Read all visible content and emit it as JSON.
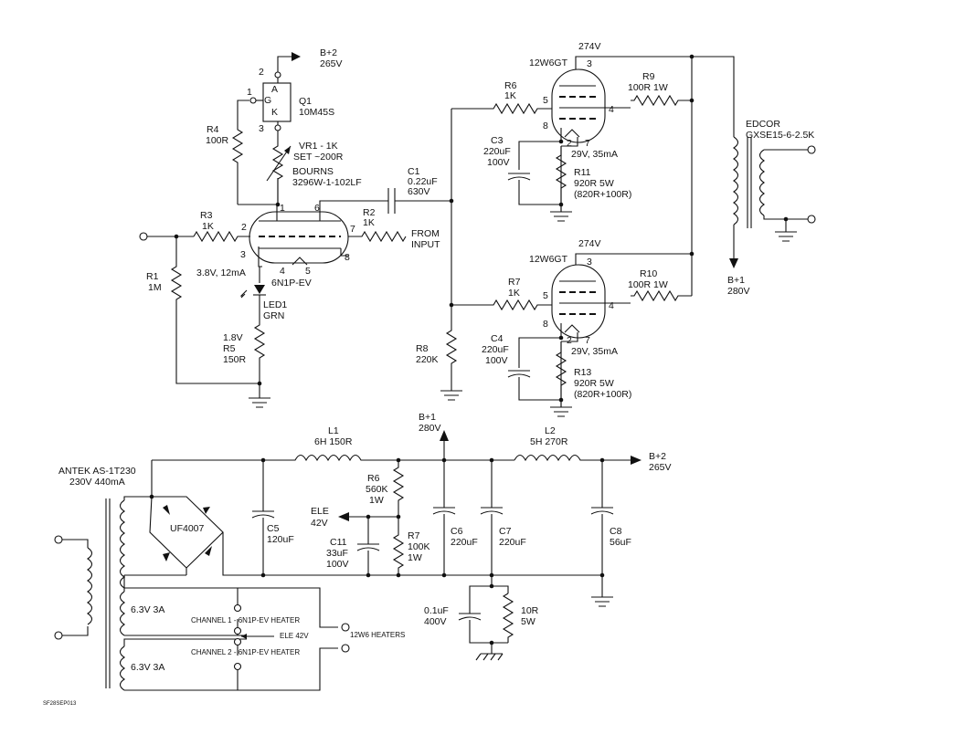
{
  "labels": {
    "t1": "274V",
    "t2": "274V",
    "bp2_top": "B+2",
    "bp2_top_v": "265V",
    "q1_a": "A",
    "q1_g": "G",
    "q1_k": "K",
    "q1_p2": "2",
    "q1_p1": "1",
    "q1_p3": "3",
    "q1_name": "Q1",
    "q1_part": "10M45S",
    "r4_name": "R4",
    "r4_val": "100R",
    "vr1_name": "VR1 - 1K",
    "vr1_set": "SET ~200R",
    "bourns": "BOURNS",
    "bourns_part": "3296W-1-102LF",
    "c1_name": "C1",
    "c1_val": "0.22uF",
    "c1_v": "630V",
    "r3_name": "R3",
    "r3_val": "1K",
    "r2_name": "R2",
    "r2_val": "1K",
    "from": "FROM",
    "input": "INPUT",
    "v6_p1": "1",
    "v6_p6": "6",
    "v6_p2": "2",
    "v6_p7": "7",
    "v6_p3": "3",
    "v6_p8": "8",
    "v6_p4": "4",
    "v6_p5": "5",
    "v6_name": "6N1P-EV",
    "r1_name": "R1",
    "r1_val": "1M",
    "op_pt": "3.8V, 12mA",
    "led_name": "LED1",
    "led_color": "GRN",
    "r5_v": "1.8V",
    "r5_name": "R5",
    "r5_val": "150R",
    "t1_name": "12W6GT",
    "t1_p3": "3",
    "t1_p5": "5",
    "t1_p4": "4",
    "t1_p8": "8",
    "t1_p2": "2",
    "t1_p7": "7",
    "r6u_name": "R6",
    "r6u_val": "1K",
    "r9_name": "R9",
    "r9_val": "100R 1W",
    "c3_name": "C3",
    "c3_val": "220uF",
    "c3_v": "100V",
    "t1_op": "29V, 35mA",
    "r11_name": "R11",
    "r11_val": "920R 5W",
    "r11_note": "(820R+100R)",
    "edcor": "EDCOR",
    "edcor_part": "GXSE15-6-2.5K",
    "bp1_out": "B+1",
    "bp1_out_v": "280V",
    "t2_name": "12W6GT",
    "t2_p3": "3",
    "t2_p5": "5",
    "t2_p4": "4",
    "t2_p8": "8",
    "t2_p2": "2",
    "t2_p7": "7",
    "r7u_name": "R7",
    "r7u_val": "1K",
    "r10_name": "R10",
    "r10_val": "100R 1W",
    "c4_name": "C4",
    "c4_val": "220uF",
    "c4_v": "100V",
    "t2_op": "29V, 35mA",
    "r13_name": "R13",
    "r13_val": "920R 5W",
    "r13_note": "(820R+100R)",
    "r8_name": "R8",
    "r8_val": "220K",
    "bp1_ps": "B+1",
    "bp1_ps_v": "280V",
    "l1_name": "L1",
    "l1_val": "6H 150R",
    "l2_name": "L2",
    "l2_val": "5H 270R",
    "bp2_ps": "B+2",
    "bp2_ps_v": "265V",
    "antek": "ANTEK AS-1T230",
    "antek_rating": "230V 440mA",
    "uf": "UF4007",
    "c5_name": "C5",
    "c5_val": "120uF",
    "r6p_name": "R6",
    "r6p_val": "560K",
    "r6p_w": "1W",
    "ele": "ELE",
    "ele_v": "42V",
    "c11_name": "C11",
    "c11_val": "33uF",
    "c11_v": "100V",
    "r7p_name": "R7",
    "r7p_val": "100K",
    "r7p_w": "1W",
    "c6_name": "C6",
    "c6_val": "220uF",
    "c7_name": "C7",
    "c7_val": "220uF",
    "c8_name": "C8",
    "c8_val": "56uF",
    "cap_gnd": "0.1uF",
    "cap_gnd_v": "400V",
    "r_gnd": "10R",
    "r_gnd_w": "5W",
    "heat1": "6.3V 3A",
    "heat2": "6.3V 3A",
    "ch1": "CHANNEL 1 - 6N1P-EV HEATER",
    "ele42": "ELE 42V",
    "ch2": "CHANNEL 2 - 6N1P-EV HEATER",
    "h12w6": "12W6 HEATERS",
    "ref": "SF28SEP013"
  }
}
